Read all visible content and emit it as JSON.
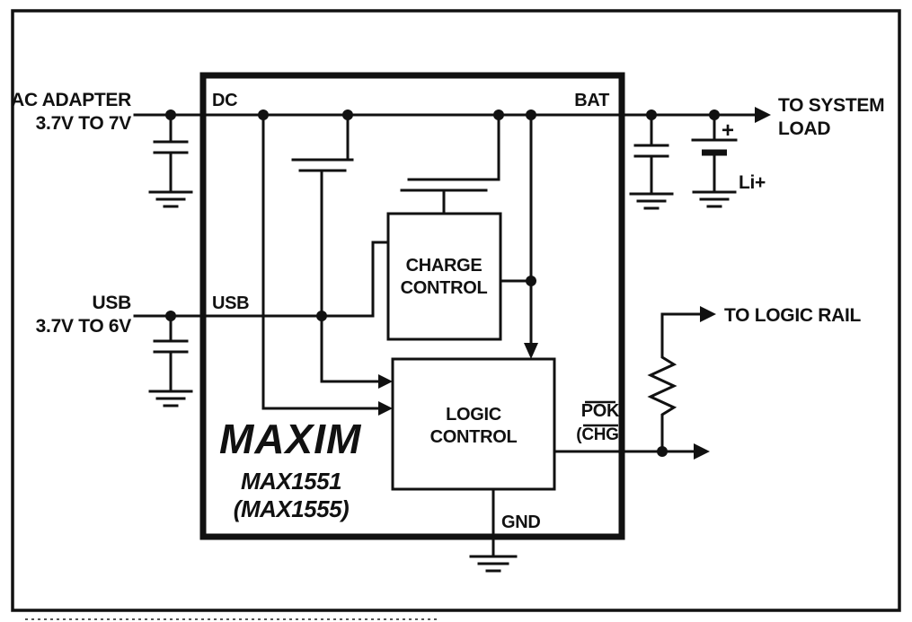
{
  "figure": {
    "ic": {
      "logo": "MAXIM",
      "part1": "MAX1551",
      "part2": "(MAX1555)",
      "pins": {
        "dc": "DC",
        "usb": "USB",
        "bat": "BAT",
        "pok": "POK",
        "chg": "(CHG)",
        "gnd": "GND"
      },
      "blocks": {
        "charge_control": {
          "line1": "CHARGE",
          "line2": "CONTROL"
        },
        "logic_control": {
          "line1": "LOGIC",
          "line2": "CONTROL"
        }
      }
    },
    "external": {
      "ac_adapter": {
        "line1": "AC ADAPTER",
        "line2": "3.7V TO 7V"
      },
      "usb_input": {
        "line1": "USB",
        "line2": "3.7V TO 6V"
      },
      "system_load": {
        "line1": "TO SYSTEM",
        "line2": "LOAD"
      },
      "logic_rail": "TO LOGIC RAIL",
      "battery_type": "Li+",
      "battery_polarity": "+"
    },
    "colors": {
      "ink": "#111111",
      "paper": "#ffffff"
    }
  }
}
